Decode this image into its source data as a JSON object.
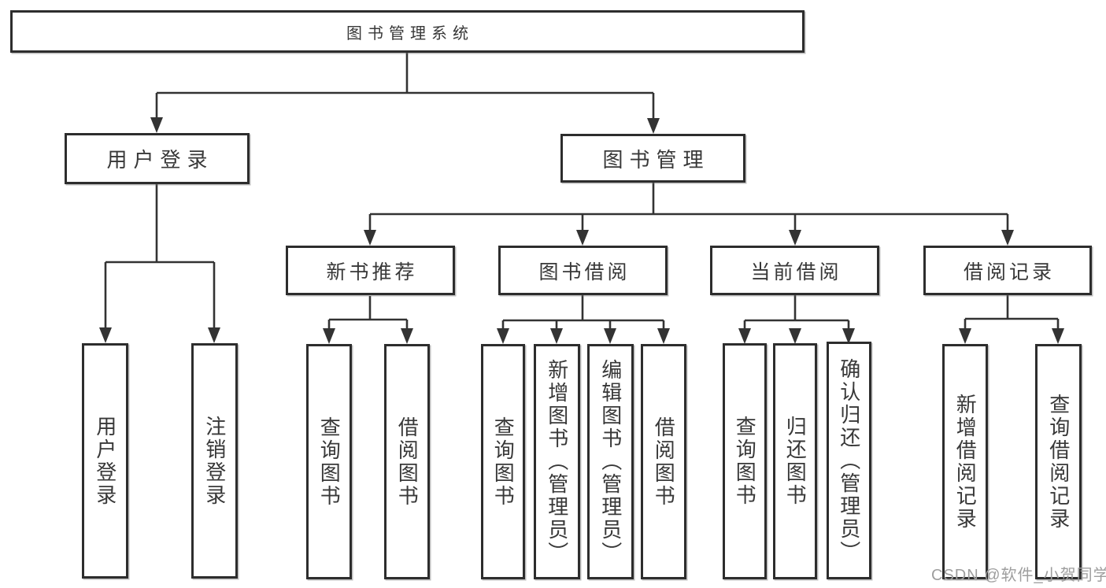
{
  "diagram": {
    "title": "图书管理系统",
    "watermark": "CSDN @软件_小贺同学",
    "colors": {
      "line": "#333333",
      "box_border": "#2d2d2d",
      "text": "#383838",
      "watermark_text": "#9e9e9e",
      "background": "#ffffff"
    },
    "nodes": {
      "root": {
        "label": "图书管理系统"
      },
      "user_login": {
        "label": "用户登录"
      },
      "book_management": {
        "label": "图书管理"
      },
      "login": {
        "label": "用户登录"
      },
      "logout": {
        "label": "注销登录"
      },
      "new_book_recommend": {
        "label": "新书推荐"
      },
      "book_borrow": {
        "label": "图书借阅"
      },
      "current_borrow": {
        "label": "当前借阅"
      },
      "borrow_records": {
        "label": "借阅记录"
      },
      "nb_query_books": {
        "label": "查询图书"
      },
      "nb_borrow_books": {
        "label": "借阅图书"
      },
      "bb_query_books": {
        "label": "查询图书"
      },
      "bb_add_books": {
        "label": "新增图书（管理员）"
      },
      "bb_edit_books": {
        "label": "编辑图书（管理员）"
      },
      "bb_borrow_books": {
        "label": "借阅图书"
      },
      "cb_query_books": {
        "label": "查询图书"
      },
      "cb_return_books": {
        "label": "归还图书"
      },
      "cb_confirm_return": {
        "label": "确认归还（管理员）"
      },
      "br_add_record": {
        "label": "新增借阅记录"
      },
      "br_query_record": {
        "label": "查询借阅记录"
      }
    },
    "hierarchy": {
      "图书管理系统": {
        "用户登录": [
          "用户登录",
          "注销登录"
        ],
        "图书管理": {
          "新书推荐": [
            "查询图书",
            "借阅图书"
          ],
          "图书借阅": [
            "查询图书",
            "新增图书（管理员）",
            "编辑图书（管理员）",
            "借阅图书"
          ],
          "当前借阅": [
            "查询图书",
            "归还图书",
            "确认归还（管理员）"
          ],
          "借阅记录": [
            "新增借阅记录",
            "查询借阅记录"
          ]
        }
      }
    }
  }
}
